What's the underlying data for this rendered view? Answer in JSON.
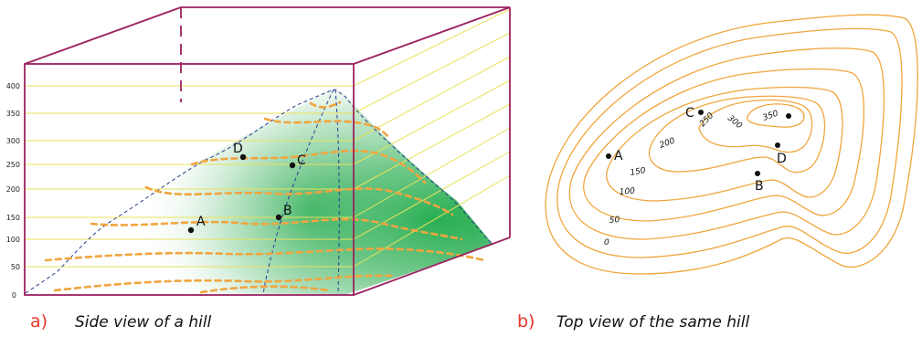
{
  "side_view": {
    "y_axis_labels": [
      "400",
      "350",
      "300",
      "250",
      "200",
      "150",
      "100",
      "50",
      "0"
    ],
    "points": [
      {
        "id": "A",
        "label": "A"
      },
      {
        "id": "B",
        "label": "B"
      },
      {
        "id": "C",
        "label": "C"
      },
      {
        "id": "D",
        "label": "D"
      }
    ]
  },
  "top_view": {
    "contour_labels": [
      "350",
      "300",
      "250",
      "200",
      "150",
      "100",
      "50",
      "0"
    ],
    "points": [
      {
        "id": "A",
        "label": "A"
      },
      {
        "id": "B",
        "label": "B"
      },
      {
        "id": "C",
        "label": "C"
      },
      {
        "id": "D",
        "label": "D"
      }
    ]
  },
  "captions": {
    "a_letter": "a)",
    "a_text": "Side view of a hill",
    "b_letter": "b)",
    "b_text": "Top view of the same hill"
  },
  "colors": {
    "box_edge": "#9b2160",
    "grid_line": "#e8e35a",
    "hill_green": "#00a033",
    "contour_dash": "#f0a540",
    "contour_line": "#f0a53c",
    "profile_dash": "#2a3b8f",
    "caption_letter": "#e8352b"
  }
}
